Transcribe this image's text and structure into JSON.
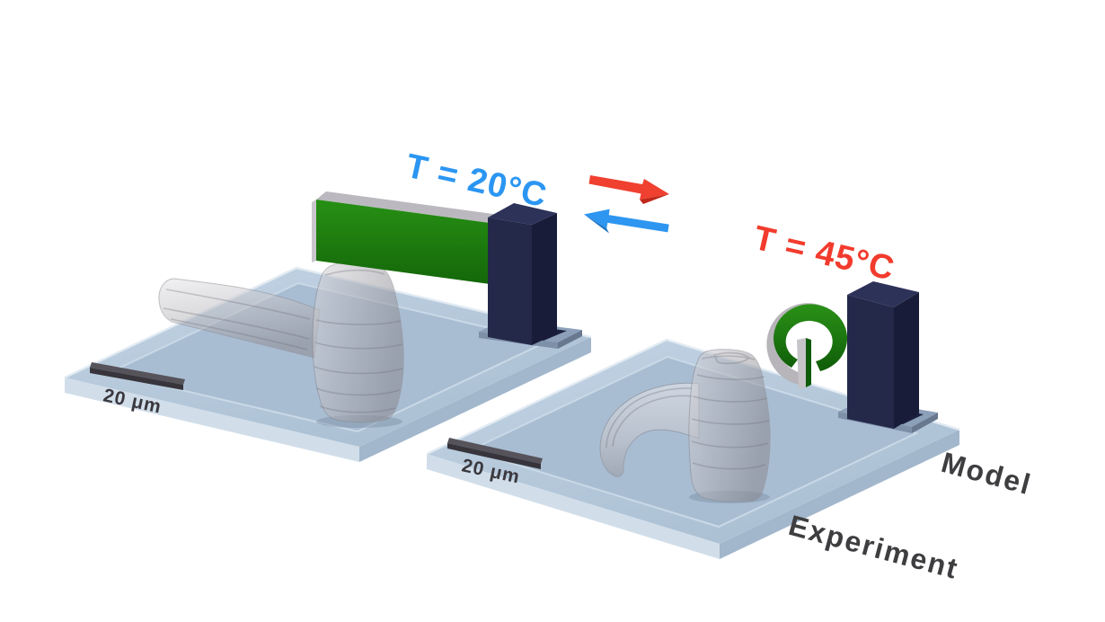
{
  "figure": {
    "cold_state": {
      "label": "T = 20°C",
      "color": "#2b96f2"
    },
    "hot_state": {
      "label": "T = 45°C",
      "color": "#f23b2d"
    },
    "transition": {
      "heating_arrow_color": "#f04030",
      "cooling_arrow_color": "#2e96f0"
    },
    "annotations": {
      "model": "Model",
      "experiment": "Experiment"
    },
    "scale_bars": {
      "left": "20 μm",
      "right": "20 μm"
    },
    "materials": {
      "polymer_green": "#1e7c10",
      "passive_layer_gray": "#b9b7bd",
      "anchor_navy": "#232748",
      "substrate_blue": "#b6c8da",
      "experiment_gray": "#b4b3b7",
      "scalebar_dark": "#3a383e",
      "annotation_gray": "#3e3e41"
    }
  }
}
